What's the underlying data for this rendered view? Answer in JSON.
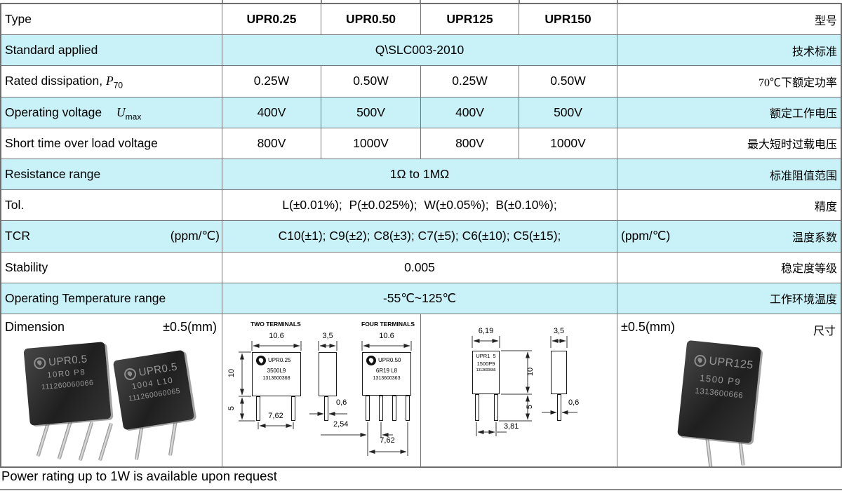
{
  "colors": {
    "band": "#c9f2f8",
    "border": "#757575"
  },
  "table": {
    "header": {
      "label": "Type",
      "cols": [
        "UPR0.25",
        "UPR0.50",
        "UPR125",
        "UPR150"
      ],
      "cn": "型号"
    },
    "standard": {
      "label": "Standard applied",
      "value": "Q\\SLC003-2010",
      "cn": "技术标准"
    },
    "dissipation": {
      "label": "Rated dissipation,",
      "sym": "P",
      "sub": "70",
      "values": [
        "0.25W",
        "0.50W",
        "0.25W",
        "0.50W"
      ],
      "cn": "70℃下额定功率"
    },
    "voltage": {
      "label": "Operating voltage",
      "sym": "U",
      "sub": "max",
      "values": [
        "400V",
        "500V",
        "400V",
        "500V"
      ],
      "cn": "额定工作电压"
    },
    "overload": {
      "label": "Short time over load voltage",
      "values": [
        "800V",
        "1000V",
        "800V",
        "1000V"
      ],
      "cn": "最大短时过载电压"
    },
    "resistance": {
      "label": "Resistance range",
      "value": "1Ω to 1MΩ",
      "cn": "标准阻值范围"
    },
    "tolerance": {
      "label": "Tol.",
      "value": "L(±0.01%);  P(±0.025%);  W(±0.05%);  B(±0.10%);",
      "cn": "精度"
    },
    "tcr": {
      "label": "TCR",
      "unit": "(ppm/℃)",
      "value": "C10(±1); C9(±2); C8(±3); C7(±5); C6(±10); C5(±15);",
      "unit2": "(ppm/℃)",
      "cn": "温度系数"
    },
    "stability": {
      "label": "Stability",
      "value": "0.005",
      "cn": "稳定度等级"
    },
    "temperature": {
      "label": "Operating Temperature range",
      "value": "-55℃~125℃",
      "cn": "工作环境温度"
    },
    "dimension": {
      "label": "Dimension",
      "tol": "±0.5(mm)",
      "tol2": "±0.5(mm)",
      "cn": "尺寸"
    }
  },
  "drawings": {
    "two": {
      "title": "TWO TERMINALS",
      "w": "10.6",
      "h": "10",
      "lead": "5",
      "pitch": "7,62",
      "part": {
        "l1": "UPR0.25",
        "l2": "3500L9",
        "l3": "1313600368"
      }
    },
    "side1": {
      "w": "3,5",
      "dia": "0,6"
    },
    "four": {
      "title": "FOUR TERMINALS",
      "w": "10.6",
      "pin": "2,54",
      "pitch": "7,62",
      "part": {
        "l1": "UPR0.50",
        "l2": "6R19 L8",
        "l3": "1313600363"
      }
    },
    "upr125": {
      "w": "6,19",
      "h": "10",
      "lead": "5",
      "pitch": "3,81",
      "part": {
        "l1": "UPR125",
        "l2": "1500P9",
        "l3": "1313600666"
      }
    },
    "side2": {
      "w": "3,5",
      "dia": "0,6"
    }
  },
  "photos": {
    "a": {
      "l1": "UPR0.5",
      "l2": "10R0 P8",
      "l3": "111260060066"
    },
    "b": {
      "l1": "UPR0.5",
      "l2": "1004 L10",
      "l3": "111260060065"
    },
    "c": {
      "l1": "UPR125",
      "l2": "1500 P9",
      "l3": "1313600666"
    }
  },
  "footer": {
    "note": "Power rating up to 1W is available upon request"
  }
}
